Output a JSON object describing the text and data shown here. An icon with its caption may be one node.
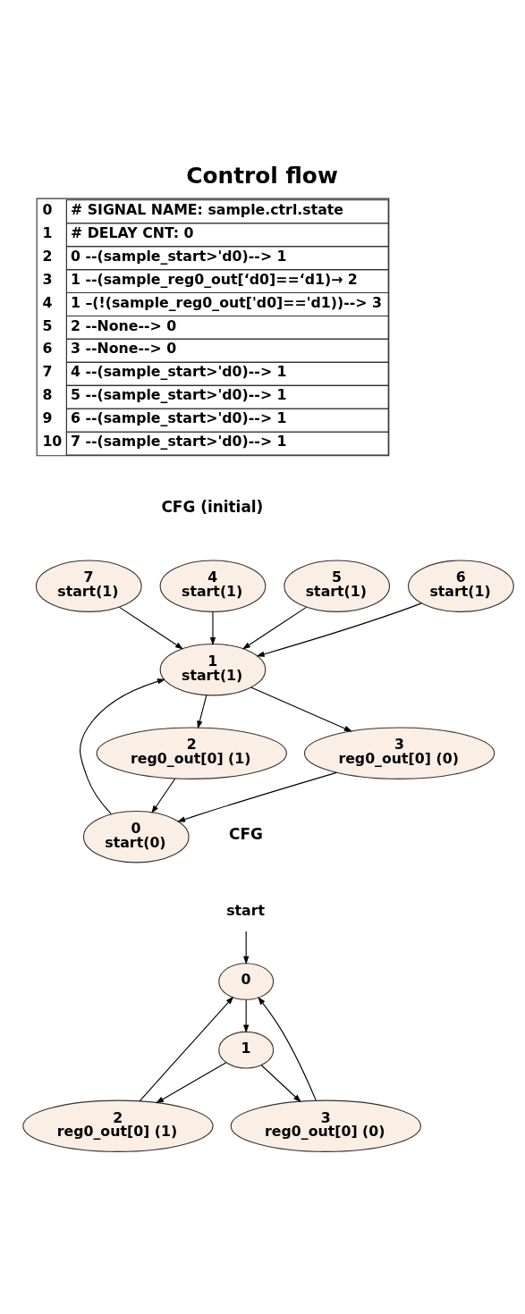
{
  "diagram": {
    "title": "Control flow",
    "nodes": [
      {
        "text": [
          "4",
          "start(1)"
        ]
      },
      {
        "text": [
          "5",
          "start(1)"
        ]
      },
      {
        "text": [
          "6",
          "start(1)"
        ]
      },
      {
        "text": [
          "7",
          "start(1)"
        ]
      },
      {
        "text": [
          "0",
          "start(0)"
        ]
      },
      {
        "text": [
          "1",
          "start(1)"
        ]
      },
      {
        "text": [
          "2",
          "reg0_out[0] (1)"
        ]
      },
      {
        "text": [
          "3",
          "reg0_out[0] (0)"
        ]
      },
      {
        "text": [
          "start"
        ]
      },
      {
        "text": [
          "0"
        ]
      },
      {
        "text": [
          "1"
        ]
      },
      {
        "text": [
          "2",
          "reg0_out[0] (1)"
        ]
      },
      {
        "text": [
          "3",
          "reg0_out[0] (0)"
        ]
      }
    ],
    "edges": [
      {
        "from": 0,
        "to": 5,
        "arrow": "to"
      },
      {
        "from": 1,
        "to": 5,
        "arrow": "to"
      },
      {
        "from": 2,
        "to": 5,
        "arrow": "to"
      },
      {
        "from": 3,
        "to": 5,
        "arrow": "to"
      },
      {
        "from": 4,
        "to": 5,
        "arrow": "to"
      },
      {
        "from": 5,
        "to": 6,
        "arrow": "to"
      },
      {
        "from": 5,
        "to": 7,
        "arrow": "to"
      },
      {
        "from": 6,
        "to": 4,
        "arrow": "to"
      },
      {
        "from": 7,
        "to": 4,
        "arrow": "to"
      },
      {
        "from": 8,
        "to": 9,
        "arrow": "to"
      },
      {
        "from": 9,
        "to": 10,
        "arrow": "to"
      },
      {
        "from": 10,
        "to": 11,
        "arrow": "to"
      },
      {
        "from": 10,
        "to": 12,
        "arrow": "to"
      },
      {
        "from": 11,
        "to": 9,
        "arrow": "to"
      },
      {
        "from": 12,
        "to": 9,
        "arrow": "to"
      }
    ],
    "labels": [
      "0",
      "# SIGNAL NAME: sample.ctrl.state",
      "1",
      "# DELAY CNT: 0",
      "2",
      "0 --(sample_start>'d0)--> 1",
      "3",
      "1 --(sample_reg0_out[‘d0]==‘d1)→ 2",
      "4",
      "1 –(!(sample_reg0_out['d0]=='d1))--> 3",
      "5",
      "2 --None--> 0",
      "6",
      "3 --None--> 0",
      "7",
      "4 --(sample_start>'d0)--> 1",
      "8",
      "5 --(sample_start>'d0)--> 1",
      "9",
      "6 --(sample_start>'d0)--> 1",
      "10",
      "7 --(sample_start>'d0)--> 1",
      "CFG (initial)",
      "CFG"
    ]
  }
}
